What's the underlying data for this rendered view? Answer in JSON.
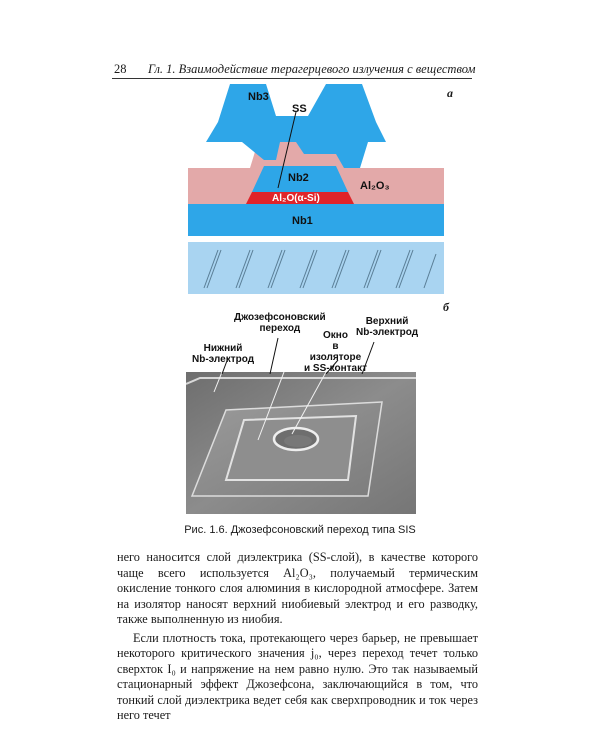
{
  "header": {
    "page_number": "28",
    "chapter_title": "Гл. 1. Взаимодействие терагерцевого излучения с веществом"
  },
  "figure": {
    "panel_a_label": "а",
    "panel_b_label": "б",
    "layers": {
      "nb3": "Nb3",
      "ss": "SS",
      "nb2": "Nb2",
      "barrier": "Al₂O(α-Si)",
      "oxide": "Al₂O₃",
      "nb1": "Nb1"
    },
    "annotations": {
      "junction": [
        "Джозефсоновский",
        "переход"
      ],
      "top_electrode": [
        "Верхний",
        "Nb-электрод"
      ],
      "bottom_electrode": [
        "Нижний",
        "Nb-электрод"
      ],
      "window": [
        "Окно",
        "в",
        "изоляторе",
        "и SS-контакт"
      ]
    },
    "caption": "Рис. 1.6. Джозефсоновский переход типа SIS",
    "colors": {
      "nb_blue": "#2ea6e8",
      "oxide_pink": "#e3a9a9",
      "barrier_red": "#e0242a",
      "substrate_light_blue": "#a9d4f1",
      "sem_gray": "#8a8a8a"
    }
  },
  "body": {
    "paragraph1": "него наносится слой диэлектрика (SS-слой), в качестве которого чаще всего используется Al₂O₃, получаемый термическим окисление тонкого слоя алюминия в кислородной атмосфере. Затем на изолятор наносят верхний ниобиевый электрод и его разводку, также выполненную из ниобия.",
    "paragraph2": "Если плотность тока, протекающего через барьер, не превышает некоторого критического значения j₀, через переход течет только сверхток I₀ и напряжение на нем равно нулю. Это так называемый стационарный эффект Джозефсона, заключающийся в том, что тонкий слой диэлектрика ведет себя как сверхпроводник и ток через него течет"
  }
}
